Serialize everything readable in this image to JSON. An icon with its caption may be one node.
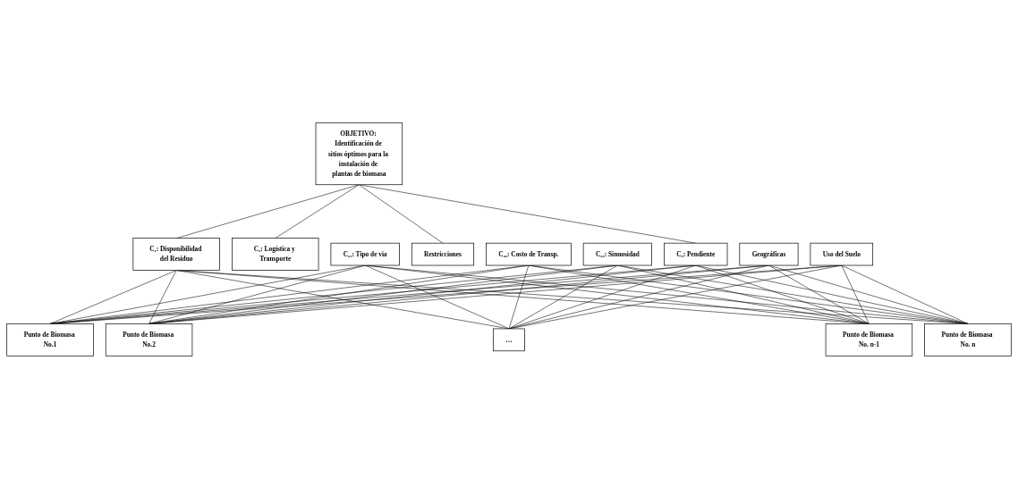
{
  "diagram": {
    "nodes": [
      {
        "text": [
          "OBJETIVO: Identificación de sitios óptimos para la instalación de plantas de biomasa"
        ]
      },
      {
        "text": [
          "C₁: Disponibilidad del Residuo"
        ]
      },
      {
        "text": [
          "C₂: Logística y Transporte"
        ]
      },
      {
        "text": [
          "C₃: Pendiente"
        ]
      },
      {
        "text": [
          "Restricciones"
        ]
      },
      {
        "text": [
          "C₂₁: Tipo de via"
        ]
      },
      {
        "text": [
          "C₂₂: Costo de Transp."
        ]
      },
      {
        "text": [
          "C₂₃: Sinuosidad"
        ]
      },
      {
        "text": [
          "Geográficas"
        ]
      },
      {
        "text": [
          "Uso del Suelo"
        ]
      },
      {
        "text": [
          "Punto de Biomasa No.1"
        ]
      },
      {
        "text": [
          "Punto de Biomasa No.2"
        ]
      },
      {
        "text": [
          "…"
        ]
      },
      {
        "text": [
          "Punto de Biomasa No. n-1"
        ]
      },
      {
        "text": [
          "Punto de Biomasa No. n"
        ]
      }
    ],
    "edges": [
      {
        "from": 0,
        "to": 1,
        "arrow": "none"
      },
      {
        "from": 0,
        "to": 2,
        "arrow": "none"
      },
      {
        "from": 0,
        "to": 3,
        "arrow": "none"
      },
      {
        "from": 0,
        "to": 4,
        "arrow": "none"
      },
      {
        "from": 1,
        "to": 10,
        "arrow": "none"
      },
      {
        "from": 1,
        "to": 11,
        "arrow": "none"
      },
      {
        "from": 1,
        "to": 12,
        "arrow": "none"
      },
      {
        "from": 1,
        "to": 13,
        "arrow": "none"
      },
      {
        "from": 1,
        "to": 14,
        "arrow": "none"
      },
      {
        "from": 5,
        "to": 10,
        "arrow": "none"
      },
      {
        "from": 5,
        "to": 11,
        "arrow": "none"
      },
      {
        "from": 5,
        "to": 12,
        "arrow": "none"
      },
      {
        "from": 5,
        "to": 13,
        "arrow": "none"
      },
      {
        "from": 5,
        "to": 14,
        "arrow": "none"
      },
      {
        "from": 6,
        "to": 10,
        "arrow": "none"
      },
      {
        "from": 6,
        "to": 11,
        "arrow": "none"
      },
      {
        "from": 6,
        "to": 12,
        "arrow": "none"
      },
      {
        "from": 6,
        "to": 13,
        "arrow": "none"
      },
      {
        "from": 6,
        "to": 14,
        "arrow": "none"
      },
      {
        "from": 7,
        "to": 10,
        "arrow": "none"
      },
      {
        "from": 7,
        "to": 11,
        "arrow": "none"
      },
      {
        "from": 7,
        "to": 12,
        "arrow": "none"
      },
      {
        "from": 7,
        "to": 13,
        "arrow": "none"
      },
      {
        "from": 7,
        "to": 14,
        "arrow": "none"
      },
      {
        "from": 3,
        "to": 10,
        "arrow": "none"
      },
      {
        "from": 3,
        "to": 11,
        "arrow": "none"
      },
      {
        "from": 3,
        "to": 12,
        "arrow": "none"
      },
      {
        "from": 3,
        "to": 13,
        "arrow": "none"
      },
      {
        "from": 3,
        "to": 14,
        "arrow": "none"
      },
      {
        "from": 8,
        "to": 10,
        "arrow": "none"
      },
      {
        "from": 8,
        "to": 11,
        "arrow": "none"
      },
      {
        "from": 8,
        "to": 12,
        "arrow": "none"
      },
      {
        "from": 8,
        "to": 13,
        "arrow": "none"
      },
      {
        "from": 8,
        "to": 14,
        "arrow": "none"
      },
      {
        "from": 9,
        "to": 10,
        "arrow": "none"
      },
      {
        "from": 9,
        "to": 11,
        "arrow": "none"
      },
      {
        "from": 9,
        "to": 12,
        "arrow": "none"
      },
      {
        "from": 9,
        "to": 13,
        "arrow": "none"
      },
      {
        "from": 9,
        "to": 14,
        "arrow": "none"
      }
    ]
  }
}
